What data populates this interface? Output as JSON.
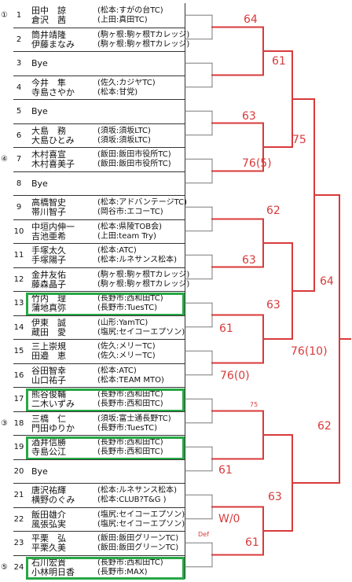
{
  "colors": {
    "bracket": "#d83a3a",
    "highlight": "#27a844",
    "grey_line": "#7a7a7a"
  },
  "draw": [
    {
      "num": "1",
      "seed": "①",
      "players": [
        {
          "name": "田中　諒",
          "affil": "(松本:すがの台TC)"
        },
        {
          "name": "倉沢　茜",
          "affil": "(上田:真田TC)"
        }
      ]
    },
    {
      "num": "2",
      "players": [
        {
          "name": "筒井靖隆",
          "affil": "(駒ヶ根:駒ヶ根Tカレッジ)"
        },
        {
          "name": "伊藤まなみ",
          "affil": "(駒ヶ根:駒ヶ根Tカレッジ)"
        }
      ]
    },
    {
      "num": "3",
      "bye": "Bye"
    },
    {
      "num": "4",
      "players": [
        {
          "name": "今井　隼",
          "affil": "(佐久:カジヤTC)"
        },
        {
          "name": "寺島さやか",
          "affil": "(松本:甘党)"
        }
      ]
    },
    {
      "num": "5",
      "bye": "Bye"
    },
    {
      "num": "6",
      "players": [
        {
          "name": "大島　務",
          "affil": "(須坂:須坂LTC)"
        },
        {
          "name": "大島ひとみ",
          "affil": "(須坂:須坂LTC)"
        }
      ]
    },
    {
      "num": "7",
      "seed": "④",
      "players": [
        {
          "name": "木村喜宣",
          "affil": "(飯田:飯田市役所TC)"
        },
        {
          "name": "木村喜美子",
          "affil": "(飯田:飯田市役所TC)"
        }
      ]
    },
    {
      "num": "8",
      "bye": "Bye"
    },
    {
      "num": "9",
      "players": [
        {
          "name": "高橋智史",
          "affil": "(松本:アドバンテージTC)"
        },
        {
          "name": "帯川智子",
          "affil": "(岡谷市:エコーTC)"
        }
      ]
    },
    {
      "num": "10",
      "players": [
        {
          "name": "中垣内伸一",
          "affil": "(松本:県陵TOB会)"
        },
        {
          "name": "吉池亜希",
          "affil": "(上田:team  Try)"
        }
      ]
    },
    {
      "num": "11",
      "players": [
        {
          "name": "手塚太久",
          "affil": "(松本:ATC)"
        },
        {
          "name": "手塚陽子",
          "affil": "(松本:ルネサンス松本)"
        }
      ]
    },
    {
      "num": "12",
      "players": [
        {
          "name": "金井友佑",
          "affil": "(駒ヶ根:駒ヶ根Tカレッジ)"
        },
        {
          "name": "藤森晶子",
          "affil": "(駒ヶ根:駒ヶ根Tカレッジ)"
        }
      ]
    },
    {
      "num": "13",
      "highlight": true,
      "players": [
        {
          "name": "竹内　理",
          "affil": "(長野市:西和田TC)"
        },
        {
          "name": "蒲地真弥",
          "affil": "(長野市:TuesTC)"
        }
      ]
    },
    {
      "num": "14",
      "players": [
        {
          "name": "伊東　誠",
          "affil": "(山形:YamTC)"
        },
        {
          "name": "蔵田　愛",
          "affil": "(塩尻:セイコーエプソン)"
        }
      ]
    },
    {
      "num": "15",
      "players": [
        {
          "name": "三上崇規",
          "affil": "(佐久:メリーTC)"
        },
        {
          "name": "田邉　恵",
          "affil": "(佐久:メリーTC)"
        }
      ]
    },
    {
      "num": "16",
      "players": [
        {
          "name": "谷田智幸",
          "affil": "(松本:ATC)"
        },
        {
          "name": "山口祐子",
          "affil": "(松本:TEAM  MTO)"
        }
      ]
    },
    {
      "num": "17",
      "highlight": true,
      "players": [
        {
          "name": "熊谷俊輔",
          "affil": "(長野市:西和田TC)"
        },
        {
          "name": "二木いずみ",
          "affil": "(長野市:西和田TC)"
        }
      ]
    },
    {
      "num": "18",
      "seed": "③",
      "players": [
        {
          "name": "三橋　仁",
          "affil": "(須坂:富士通長野TC)"
        },
        {
          "name": "門田ゆりか",
          "affil": "(長野市:TuesTC)"
        }
      ]
    },
    {
      "num": "19",
      "highlight": true,
      "players": [
        {
          "name": "酒井信勝",
          "affil": "(長野市:西和田TC)"
        },
        {
          "name": "寺島公江",
          "affil": "(長野市:西和田TC)"
        }
      ]
    },
    {
      "num": "20",
      "bye": "Bye"
    },
    {
      "num": "21",
      "players": [
        {
          "name": "唐沢祐輝",
          "affil": "(松本:ルネサンス松本)"
        },
        {
          "name": "横野のぐみ",
          "affil": "(松本:CLUB?T&G  )"
        }
      ]
    },
    {
      "num": "22",
      "players": [
        {
          "name": "飯田雄介",
          "affil": "(塩尻:セイコーエプソン)"
        },
        {
          "name": "風張弘実",
          "affil": "(塩尻:セイコーエプソン)"
        }
      ]
    },
    {
      "num": "23",
      "players": [
        {
          "name": "平栗　弘",
          "affil": "(飯田:飯田グリーンTC)"
        },
        {
          "name": "平栗久美",
          "affil": "(飯田:飯田グリーンTC)"
        }
      ]
    },
    {
      "num": "24",
      "seed": "⑤",
      "highlight": true,
      "players": [
        {
          "name": "石川宏貴",
          "affil": "(長野市:西和田TC)"
        },
        {
          "name": "小林明日香",
          "affil": "(長野市:MAX)"
        }
      ]
    }
  ],
  "scores": {
    "r1_1": "64",
    "r1_3": "63",
    "r1_4": "76(5)",
    "r1_6": "63",
    "r1_7": "61",
    "r1_8": "76(0)",
    "r1_10": "61",
    "r1_12": "W/0",
    "r2_1": "61",
    "r2_2": "62",
    "r2_3": "63",
    "r2_4": "63",
    "r2_6": "61",
    "r3_1": "75",
    "r3_2": "76(10)",
    "r3_3": "62",
    "final": "64"
  },
  "notes": {
    "small_75": "75",
    "def": "Def"
  }
}
